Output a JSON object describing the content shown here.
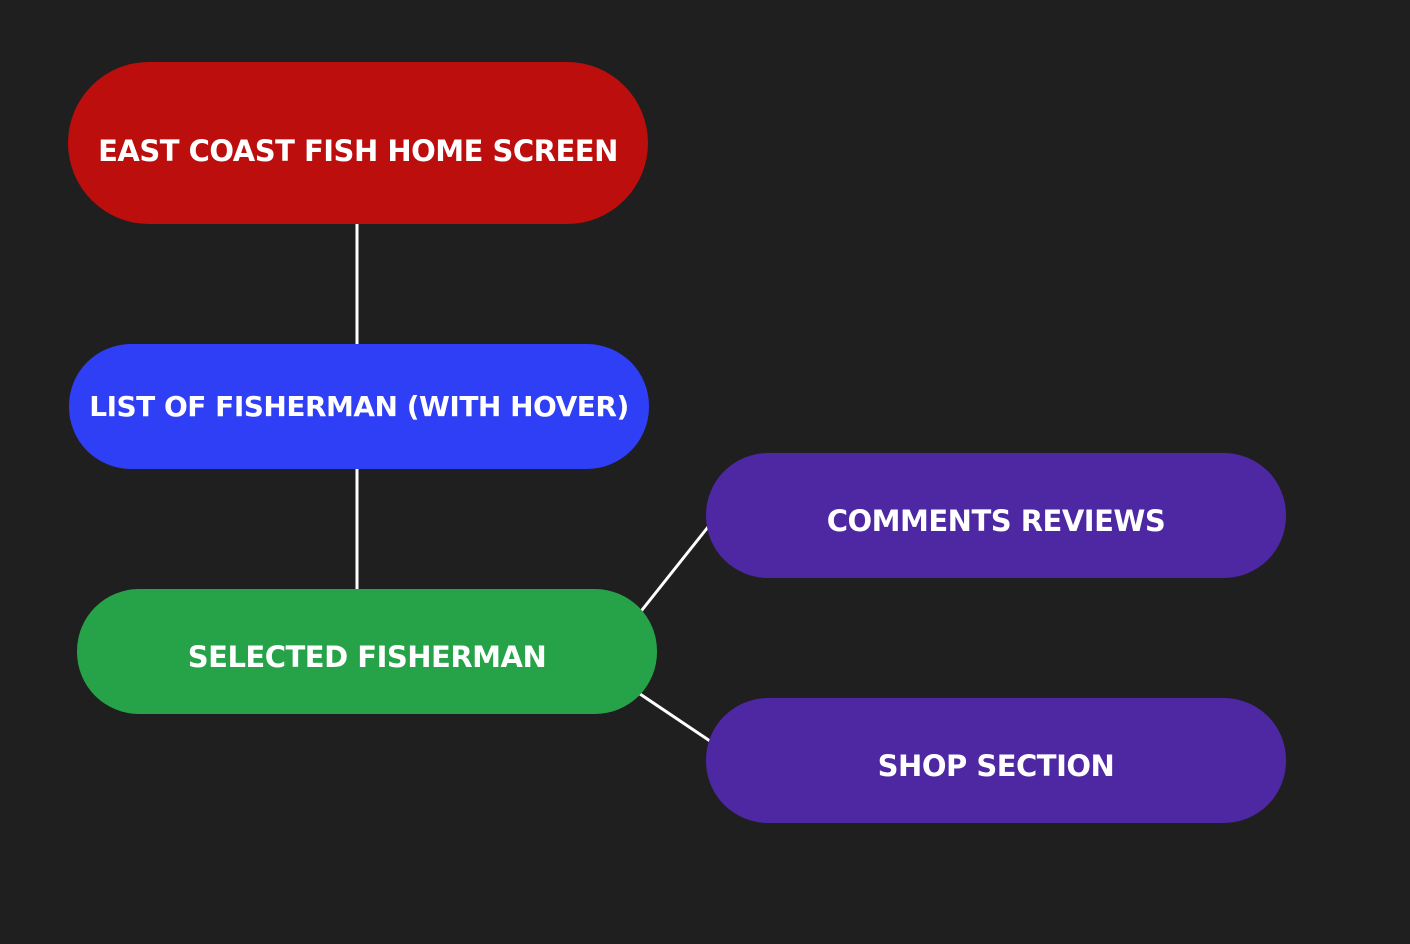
{
  "diagram": {
    "nodes": {
      "home": {
        "label": "EAST COAST FISH HOME SCREEN",
        "color": "#bd0e0e"
      },
      "list": {
        "label": "LIST OF FISHERMAN (WITH HOVER)",
        "color": "#2f3ff5"
      },
      "selected": {
        "label": "SELECTED FISHERMAN",
        "color": "#26a349"
      },
      "comments": {
        "label": "COMMENTS REVIEWS",
        "color": "#4e27a3"
      },
      "shop": {
        "label": "SHOP SECTION",
        "color": "#4e27a3"
      }
    },
    "edges": [
      {
        "from": "home",
        "to": "list"
      },
      {
        "from": "list",
        "to": "selected"
      },
      {
        "from": "selected",
        "to": "comments"
      },
      {
        "from": "selected",
        "to": "shop"
      }
    ],
    "colors": {
      "background": "#1f1f1f",
      "connector": "#ffffff",
      "text": "#ffffff"
    }
  }
}
